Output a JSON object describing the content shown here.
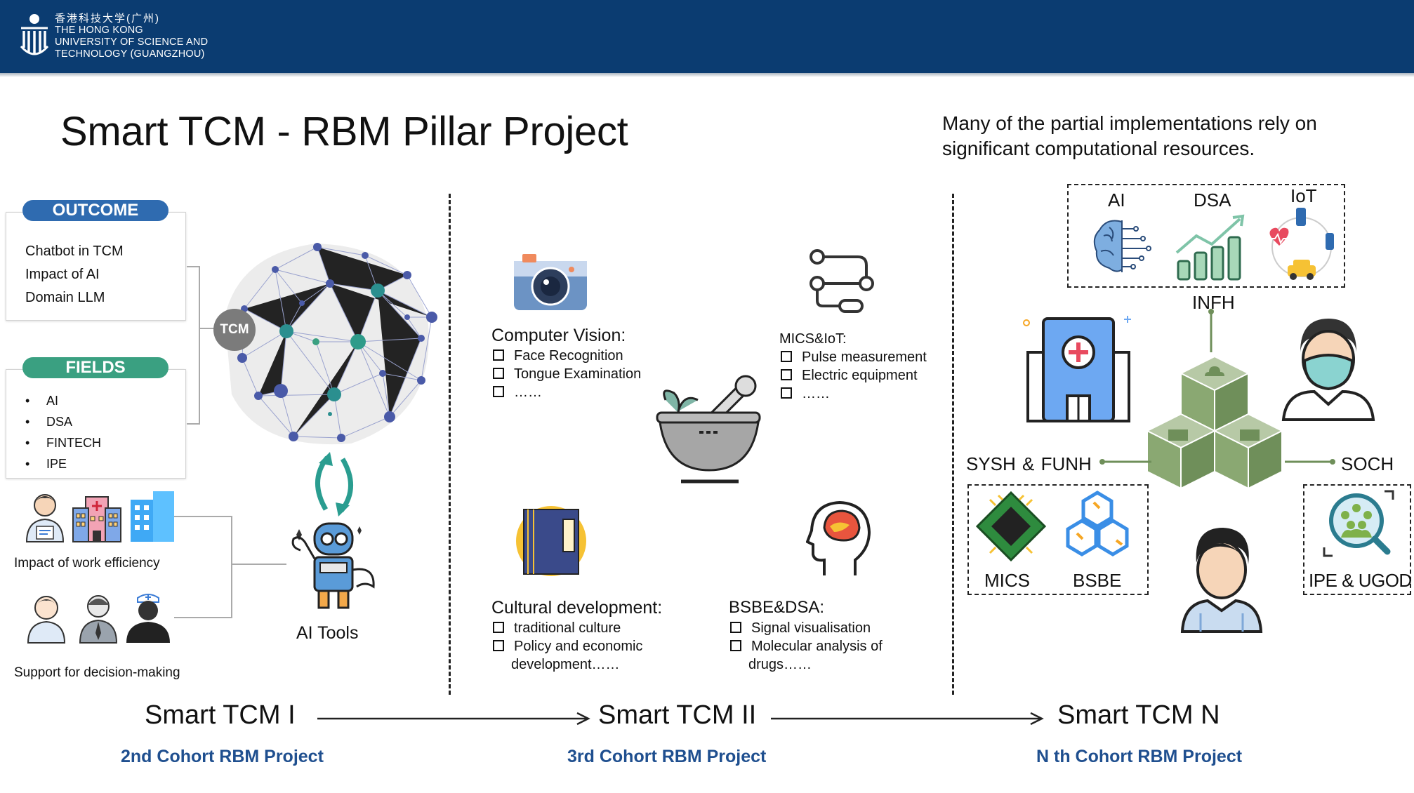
{
  "header": {
    "cn": "香港科技大学(广州)",
    "line1": "THE HONG KONG",
    "line2": "UNIVERSITY OF SCIENCE AND",
    "line3": "TECHNOLOGY (GUANGZHOU)"
  },
  "title": "Smart TCM - RBM Pillar Project",
  "note": {
    "line1": "Many of the partial implementations rely on",
    "line2": "significant computational resources."
  },
  "left": {
    "outcome_label": "OUTCOME",
    "outcome_items": [
      "Chatbot in TCM",
      "Impact of AI",
      "Domain LLM"
    ],
    "fields_label": "FIELDS",
    "fields_items": [
      "AI",
      "DSA",
      "FINTECH",
      "IPE"
    ],
    "work_efficiency": "Impact of work efficiency",
    "decision": "Support for decision-making",
    "tcm_badge": "TCM",
    "ai_tools": "AI Tools"
  },
  "middle": {
    "cv_title": "Computer Vision:",
    "cv_items": [
      "Face Recognition",
      "Tongue Examination",
      "……"
    ],
    "mics_title": "MICS&IoT:",
    "mics_items": [
      "Pulse measurement",
      "Electric equipment",
      "……"
    ],
    "cultural_title": "Cultural development:",
    "cultural_items": [
      "traditional culture",
      "Policy and economic",
      "development……"
    ],
    "bsbe_title": "BSBE&DSA:",
    "bsbe_items": [
      "Signal visualisation",
      "Molecular analysis of",
      "drugs……"
    ]
  },
  "right": {
    "ai": "AI",
    "dsa": "DSA",
    "iot": "IoT",
    "infh": "INFH",
    "sysh": "SYSH  &  FUNH",
    "soch": "SOCH",
    "mics": "MICS",
    "bsbe": "BSBE",
    "ipe": "IPE & UGOD"
  },
  "timeline": {
    "t1": "Smart TCM I",
    "t2": "Smart TCM II",
    "t3": "Smart TCM N",
    "c1": "2nd Cohort RBM Project",
    "c2": "3rd Cohort RBM Project",
    "c3": "N th Cohort RBM Project"
  },
  "colors": {
    "header": "#0b3c71",
    "outcome_pill": "#2f6bb0",
    "fields_pill": "#3aa081",
    "cohort_text": "#1f4f8f",
    "cube_green": "#8aa872"
  }
}
